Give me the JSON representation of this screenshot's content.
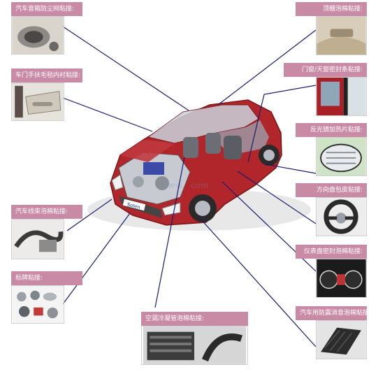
{
  "callouts": {
    "speaker": {
      "label": "汽车音箱防尘网粘接:"
    },
    "door_handle": {
      "label": "车门手扶毛毡内衬粘接:"
    },
    "harness": {
      "label": "汽车线束泡棉粘接:"
    },
    "badge": {
      "label": "标牌粘接:"
    },
    "ac_pipe": {
      "label": "空调冷凝管泡棉粘接:"
    },
    "roof": {
      "label": "顶棚泡棉粘接:"
    },
    "window": {
      "label": "门窗/天窗密封条粘接:"
    },
    "mirror": {
      "label": "反光镜加热片粘接:"
    },
    "steering": {
      "label": "方向盘包皮粘接:"
    },
    "dashboard": {
      "label": "仪表盘密封泡棉粘接:"
    },
    "antivibe": {
      "label": "汽车用防震消音泡棉粘接:"
    }
  },
  "watermark": "www.  .com",
  "car_plate": "Solen",
  "colors": {
    "label_bg": "#c98aa6",
    "leader_line": "#1a1a6e",
    "car_body": "#b0262b"
  }
}
